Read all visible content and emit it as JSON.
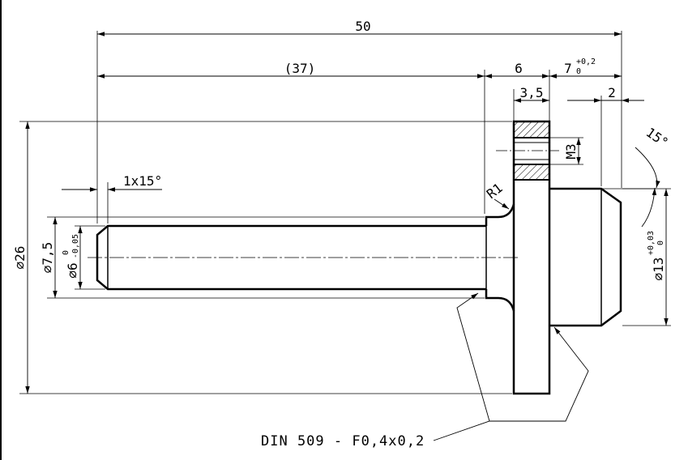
{
  "drawing": {
    "dim_total": "50",
    "dim_shaft": "(37)",
    "dim_flange": "6",
    "dim_hub": "7",
    "dim_hub_tol": [
      "+0,2",
      "0"
    ],
    "dim_thread_pos": "3,5",
    "dim_chamfer_len": "2",
    "angle_hub": "15°",
    "chamfer_shaft": "1x15°",
    "radius": "R1",
    "thread": "M3",
    "dia_flange": "⌀26",
    "dia_neck": "⌀7,5",
    "dia_shaft": "⌀6",
    "dia_shaft_tol": [
      "0",
      "-0,05"
    ],
    "dia_hub": "⌀13",
    "dia_hub_tol": [
      "+0,03",
      "0"
    ],
    "undercut_note": "DIN 509 - F0,4x0,2"
  },
  "colors": {
    "ink": "#000000",
    "background": "#ffffff"
  }
}
